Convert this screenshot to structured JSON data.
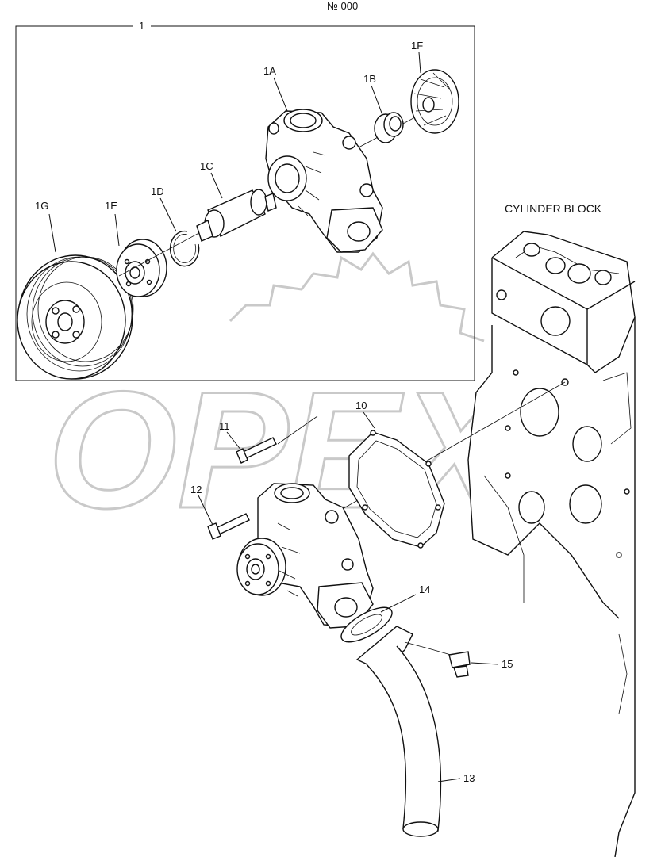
{
  "header": {
    "mark": "№ 000"
  },
  "watermark": {
    "text": "OPEX"
  },
  "assembly": {
    "label": "1"
  },
  "engine": {
    "label": "CYLINDER BLOCK"
  },
  "callouts": {
    "c1A": "1A",
    "c1B": "1B",
    "c1C": "1C",
    "c1D": "1D",
    "c1E": "1E",
    "c1F": "1F",
    "c1G": "1G",
    "c10": "10",
    "c11": "11",
    "c12": "12",
    "c13": "13",
    "c14": "14",
    "c15": "15"
  }
}
